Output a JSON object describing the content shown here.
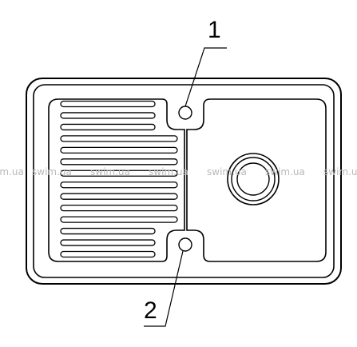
{
  "watermark": {
    "items": [
      "swim.ua",
      "swim.ua",
      "swim.ua",
      "swim.ua",
      "swim.ua",
      "swim.ua",
      "swim.ua"
    ]
  },
  "callouts": [
    {
      "number": "1"
    },
    {
      "number": "2"
    }
  ],
  "drainboard": {
    "rib_count": 14
  }
}
